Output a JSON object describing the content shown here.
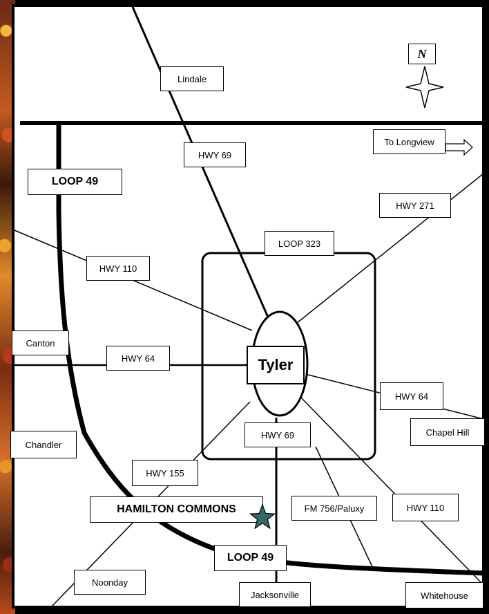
{
  "map": {
    "compass": {
      "label": "N",
      "icon": "compass-rose-icon"
    },
    "center_city": "Tyler",
    "place_labels": {
      "lindale": "Lindale",
      "to_longview": "To Longview",
      "canton": "Canton",
      "chandler": "Chandler",
      "chapel_hill": "Chapel Hill",
      "noonday": "Noonday",
      "jacksonville": "Jacksonville",
      "whitehouse": "Whitehouse"
    },
    "road_labels": {
      "hwy69_north": "HWY 69",
      "hwy271": "HWY 271",
      "loop323": "LOOP 323",
      "hwy110_west": "HWY 110",
      "hwy64_west": "HWY 64",
      "hwy64_east": "HWY 64",
      "hwy69_south": "HWY 69",
      "hwy155": "HWY 155",
      "fm756": "FM 756/Paluxy",
      "hwy110_east": "HWY 110",
      "loop49_north": "LOOP 49",
      "loop49_south": "LOOP 49"
    },
    "destination": {
      "label": "HAMILTON COMMONS",
      "marker_icon": "star-marker-icon",
      "marker_color": "#2f6b6b"
    }
  }
}
